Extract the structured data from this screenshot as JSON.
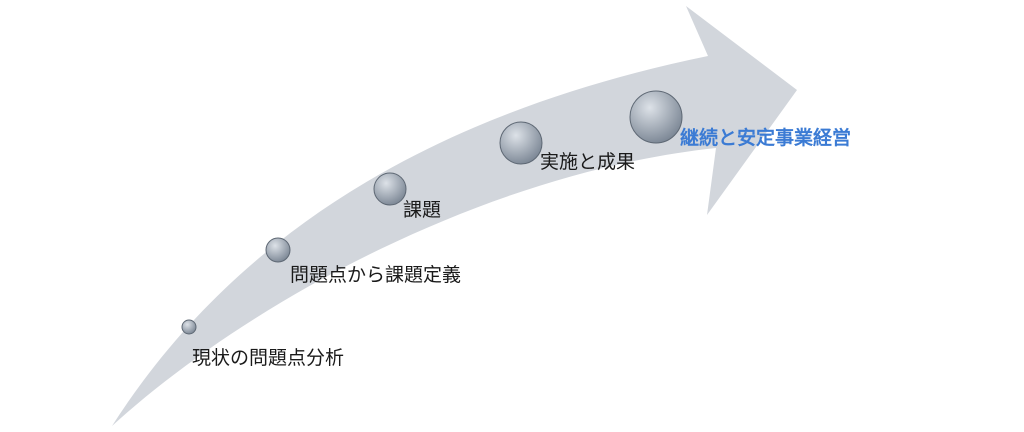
{
  "colors": {
    "arrow_fill": "#d2d6dc",
    "circle_light": "#dde2e8",
    "circle_dark": "#7d8896",
    "circle_stroke": "#5e6874",
    "label_text": "#1a1a1a",
    "goal_text": "#3b7bd4"
  },
  "steps": [
    {
      "label": "現状の問題点分析"
    },
    {
      "label": "問題点から課題定義"
    },
    {
      "label": "課題"
    },
    {
      "label": "実施と成果"
    },
    {
      "label": "継続と安定事業経営"
    }
  ]
}
